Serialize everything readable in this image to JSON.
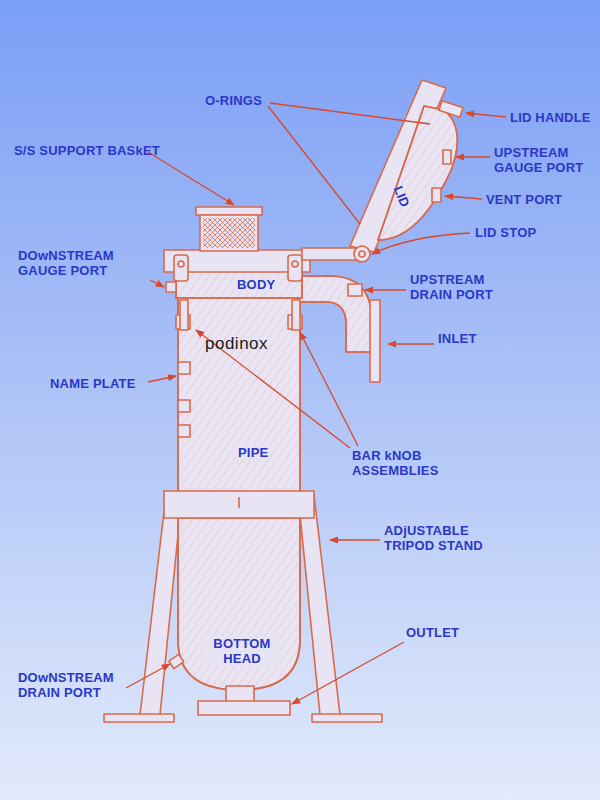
{
  "diagram": {
    "labels": [
      "O-RINGS",
      "LID HANDLE",
      "UPSTREAM GAUGE PORT",
      "S/S SUPPORT BASkET",
      "VENT PORT",
      "LID",
      "LID STOP",
      "DOwNSTREAM GAUGE PORT",
      "BODY",
      "UPSTREAM DRAIN PORT",
      "podinox",
      "INLET",
      "NAME PLATE",
      "PIPE",
      "BAR kNOB ASSEMBLIES",
      "ADjUSTABLE TRIPOD STAND",
      "OUTLET",
      "BOTTOM HEAD",
      "DOwNSTREAM DRAIN PORT"
    ]
  }
}
